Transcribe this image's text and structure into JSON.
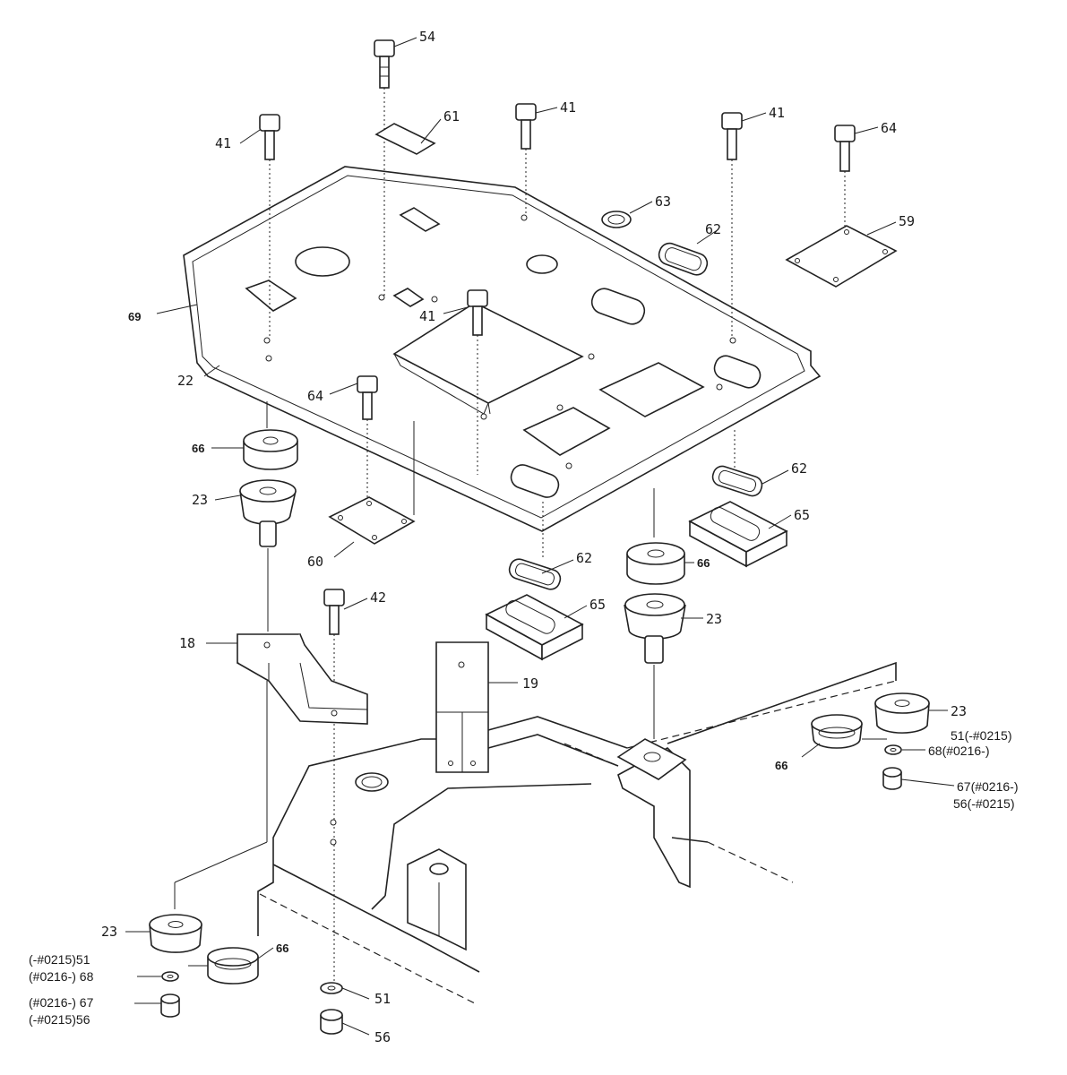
{
  "diagram": {
    "colors": {
      "ink": "#222222",
      "paper": "#ffffff"
    },
    "labels": {
      "l54a": "54",
      "l61": "61",
      "l41a": "41",
      "l41b": "41",
      "l41c": "41",
      "l64a": "64",
      "l63": "63",
      "l62a": "62",
      "l59": "59",
      "l69": "69",
      "l41d": "41",
      "l22": "22",
      "l64b": "64",
      "l66a": "66",
      "l23a": "23",
      "l62b": "62",
      "l65a": "65",
      "l60": "60",
      "l62c": "62",
      "l66b": "66",
      "l42": "42",
      "l65b": "65",
      "l23b": "23",
      "l18": "18",
      "l19": "19",
      "l23c": "23",
      "l51r": "51(-#0215)",
      "l68r": "68(#0216-)",
      "l66c": "66",
      "l67r": "67(#0216-)",
      "l56r": "56(-#0215)",
      "l23d": "23",
      "l51l": "(-#0215)51",
      "l68l": "(#0216-) 68",
      "l66d": "66",
      "l67l": "(#0216-) 67",
      "l56l": "(-#0215)56",
      "l51": "51",
      "l56": "56"
    }
  }
}
